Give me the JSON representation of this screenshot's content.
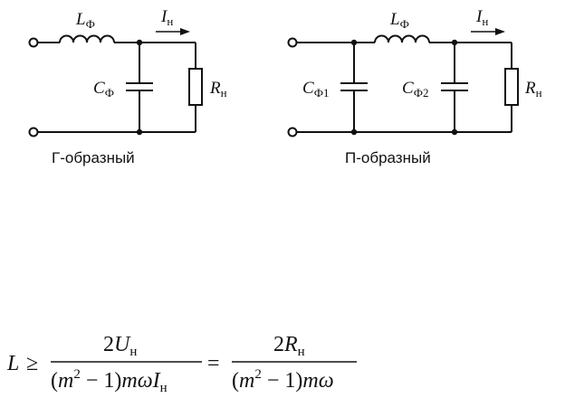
{
  "diagrams": [
    {
      "caption": "Г-образный",
      "labels": {
        "inductor": {
          "main": "L",
          "sub": "Ф"
        },
        "capacitor": {
          "main": "C",
          "sub": "Ф"
        },
        "current": {
          "main": "I",
          "sub": "н"
        },
        "resistor": {
          "main": "R",
          "sub": "н"
        }
      }
    },
    {
      "caption": "П-образный",
      "labels": {
        "inductor": {
          "main": "L",
          "sub": "Ф"
        },
        "capacitor1": {
          "main": "C",
          "sub": "Ф1"
        },
        "capacitor2": {
          "main": "C",
          "sub": "Ф2"
        },
        "current": {
          "main": "I",
          "sub": "н"
        },
        "resistor": {
          "main": "R",
          "sub": "н"
        }
      }
    }
  ],
  "formula": {
    "lhs": "L",
    "relation": "≥",
    "frac1_num": {
      "coef": "2",
      "var": "U",
      "sub": "н"
    },
    "frac1_den": {
      "open": "(",
      "m": "m",
      "exp": "2",
      "rest": " − 1)",
      "mw": "mω",
      "var": "I",
      "sub": "н"
    },
    "equals": "=",
    "frac2_num": {
      "coef": "2",
      "var": "R",
      "sub": "н"
    },
    "frac2_den": {
      "open": "(",
      "m": "m",
      "exp": "2",
      "rest": " − 1)",
      "mw": "mω"
    }
  }
}
